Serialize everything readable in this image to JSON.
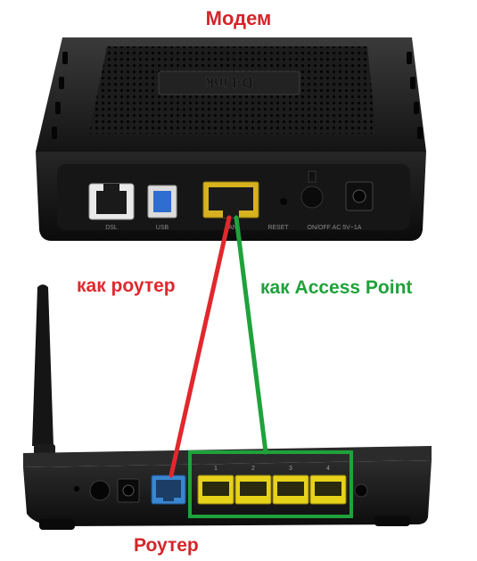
{
  "titles": {
    "modem": "Модем",
    "router": "Роутер"
  },
  "connections": {
    "router_mode": "как роутер",
    "access_point_mode": "как Access Point"
  },
  "modem_ports": {
    "dsl": "DSL",
    "usb": "USB",
    "lan": "LAN",
    "reset": "RESET",
    "power": "ON/OFF AC 5V~1A"
  },
  "router_ports": {
    "lan1": "1",
    "lan2": "2",
    "lan3": "3",
    "lan4": "4"
  },
  "colors": {
    "modem_title": "#d4252a",
    "router_mode": "#e0282d",
    "access_point_mode": "#1fa23b",
    "router_title": "#d4252a",
    "wan_port": "#3a86d0",
    "lan_ports": "#e7d21a"
  },
  "brand_logo": "D-Link"
}
